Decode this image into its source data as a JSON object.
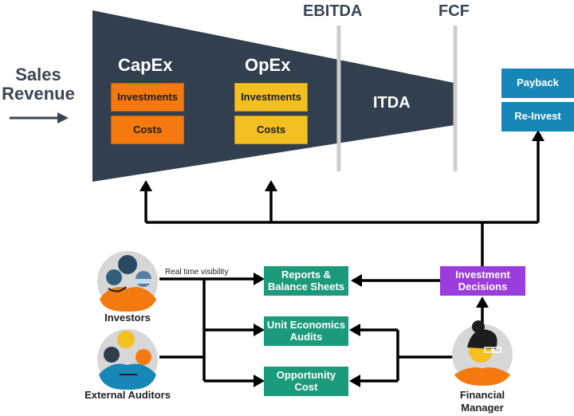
{
  "funnel": {
    "capex": "CapEx",
    "opex": "OpEx",
    "itda": "ITDA",
    "capex_items": [
      "Investments",
      "Costs"
    ],
    "opex_items": [
      "Investments",
      "Costs"
    ]
  },
  "headers": {
    "ebitda": "EBITDA",
    "fcf": "FCF"
  },
  "sales": {
    "line1": "Sales",
    "line2": "Revenue"
  },
  "outcomes": {
    "payback": "Payback",
    "reinvest": "Re-Invest"
  },
  "reports": {
    "reports_balance": [
      "Reports &",
      "Balance Sheets"
    ],
    "unit_economics": [
      "Unit Economics",
      "Audits"
    ],
    "opportunity_cost": [
      "Opportunity",
      "Cost"
    ]
  },
  "decisions": [
    "Investment",
    "Decisions"
  ],
  "visibility_label": "Real time visibility",
  "people": {
    "investors": "Investors",
    "auditors": "External Auditors",
    "manager": [
      "Financial",
      "Manager"
    ]
  },
  "colors": {
    "funnel": "#323f4e",
    "orange": "#f47a10",
    "yellow": "#f4bf20",
    "teal": "#1c9a7c",
    "blue": "#1787b8",
    "purple": "#9b3ddc"
  }
}
